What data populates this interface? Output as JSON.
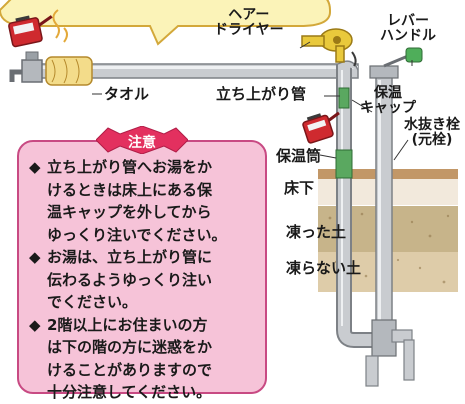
{
  "labels": {
    "towel": "タオル",
    "hair_dryer": "ヘアー\nドライヤー",
    "riser_pipe": "立ち上がり管",
    "lever_handle": "レバー\nハンドル",
    "insulation_cap": "保温\nキャップ",
    "drain_plug": "水抜き栓\n(元栓)",
    "insulation_tube": "保温筒",
    "under_floor": "床下",
    "frozen_soil": "凍った土",
    "unfrozen_soil": "凍らない土"
  },
  "caution": {
    "title": "注意",
    "items": [
      {
        "mark": "◆",
        "text": "立ち上がり管へお湯をか\nけるときは床上にある保\n温キャップを外してから\nゆっくり注いでください。"
      },
      {
        "mark": "◆",
        "text": "お湯は、立ち上がり管に\n伝わるようゆっくり注い\nでください。"
      },
      {
        "mark": "◆",
        "text": "2階以上にお住まいの方\nは下の階の方に迷惑をか\nけることがありますので\n十分注意してください。"
      }
    ]
  },
  "colors": {
    "bubble": "#fbf3b8",
    "pipe": "#c9ccd0",
    "pipe_edge": "#7d8186",
    "caution_bg": "#f6c3d8",
    "caution_border": "#c84a83",
    "caution_title": "#e3305f",
    "kettle": "#cf2a2f",
    "dryer": "#e9c93c",
    "handle": "#4fae5a",
    "insulation": "#5aa860",
    "floor": "#c29767",
    "frozen": "#c7b48a",
    "unfrozen": "#d8c39a"
  },
  "icons": [
    "kettle-icon",
    "hair-dryer-icon",
    "faucet-icon",
    "towel-icon",
    "lever-handle-icon",
    "kettle-icon-2"
  ]
}
